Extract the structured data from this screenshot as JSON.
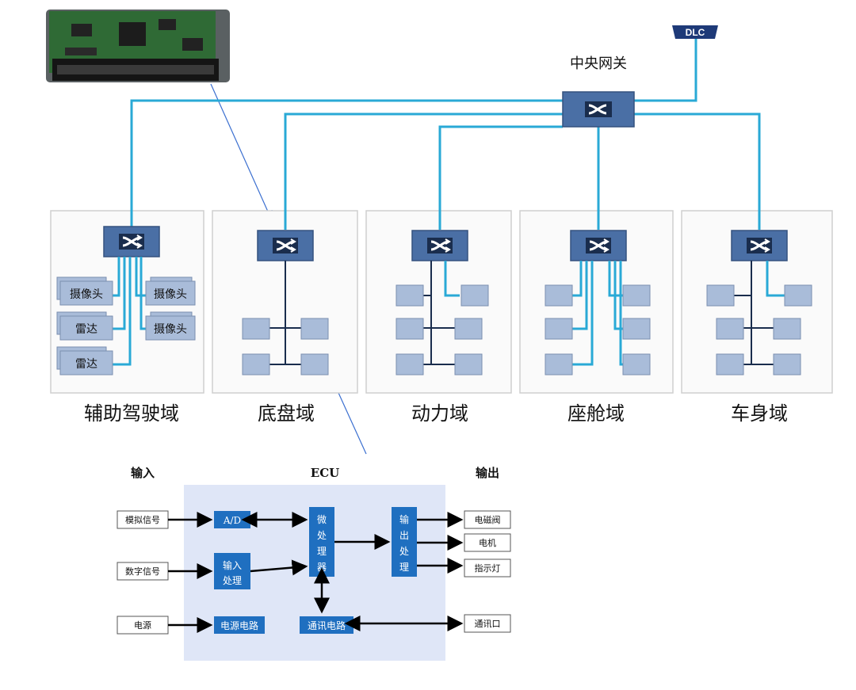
{
  "network": {
    "gateway_label": "中央网关",
    "dlc_label": "DLC",
    "domains": [
      {
        "id": "adas",
        "label": "辅助驾驶域",
        "left_devices": [
          "摄像头",
          "雷达",
          "雷达"
        ],
        "right_devices": [
          "摄像头",
          "摄像头"
        ]
      },
      {
        "id": "chassis",
        "label": "底盘域"
      },
      {
        "id": "power",
        "label": "动力域"
      },
      {
        "id": "cabin",
        "label": "座舱域"
      },
      {
        "id": "body",
        "label": "车身域"
      }
    ]
  },
  "ecu": {
    "title": "ECU",
    "input_header": "输入",
    "output_header": "输出",
    "inputs": [
      "模拟信号",
      "数字信号",
      "电源"
    ],
    "blocks": {
      "ad": "A/D",
      "input_proc": [
        "输入",
        "处理"
      ],
      "power_circuit": "电源电路",
      "mcu": [
        "微",
        "处",
        "理",
        "器"
      ],
      "output_proc": [
        "输",
        "出",
        "处",
        "理"
      ],
      "comm_circuit": "通讯电路"
    },
    "outputs": [
      "电磁阀",
      "电机",
      "指示灯"
    ],
    "comm_port": "通讯口"
  },
  "colors": {
    "link": "#29a9d6",
    "switch_fill": "#4a6fa5",
    "device_fill": "#a9bcd9",
    "ecu_bg": "#dfe6f7",
    "ecu_block": "#1f6fc0"
  }
}
